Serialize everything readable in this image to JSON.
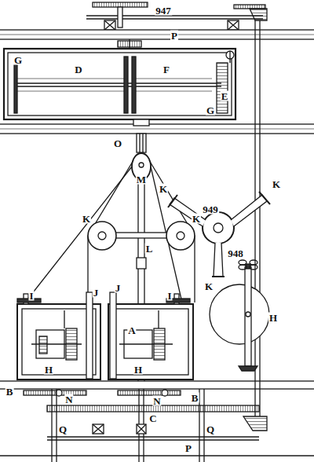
{
  "diagram": {
    "labels": [
      "947",
      "P",
      "G",
      "D",
      "F",
      "E",
      "G",
      "O",
      "M",
      "K",
      "K",
      "L",
      "949",
      "K",
      "K",
      "K",
      "948",
      "I",
      "J",
      "J",
      "I",
      "H",
      "H",
      "H",
      "A",
      "B",
      "N",
      "N",
      "B",
      "C",
      "Q",
      "Q",
      "P"
    ]
  }
}
